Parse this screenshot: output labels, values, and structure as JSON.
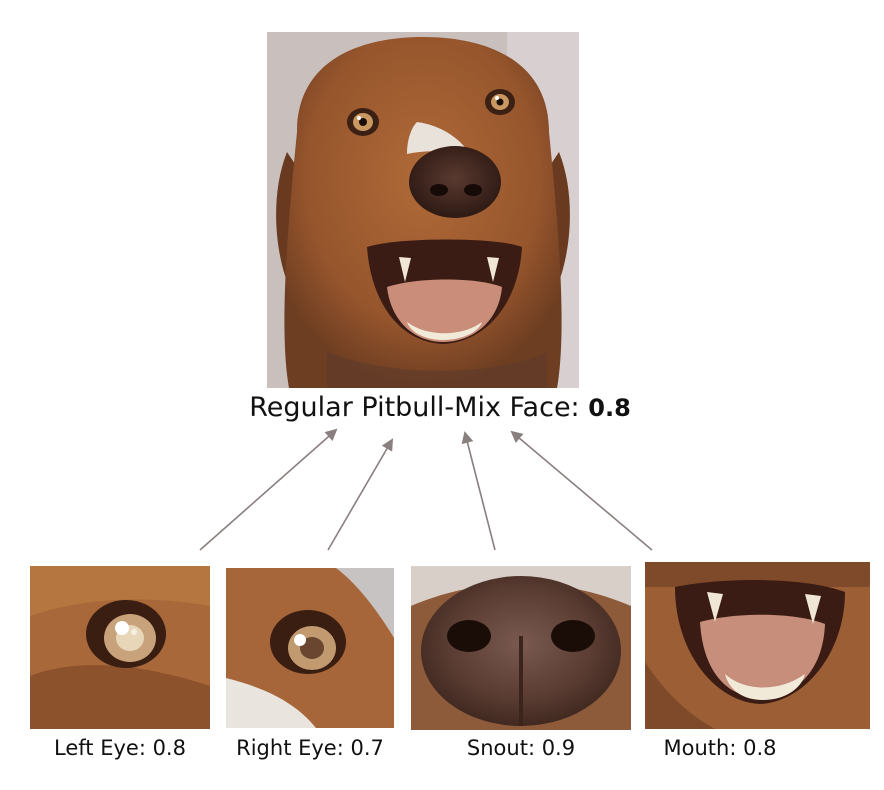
{
  "main": {
    "label": "Regular Pitbull-Mix Face:",
    "score": "0.8",
    "image": "dog-face-photo"
  },
  "parts": [
    {
      "label": "Left Eye: 0.8",
      "image": "left-eye-crop"
    },
    {
      "label": "Right Eye: 0.7",
      "image": "right-eye-crop"
    },
    {
      "label": "Snout: 0.9",
      "image": "snout-crop"
    },
    {
      "label": "Mouth: 0.8",
      "image": "mouth-crop"
    }
  ],
  "colors": {
    "arrow": "#8a7f7f",
    "fur": "#9c5e34",
    "nose": "#4a2c22"
  }
}
